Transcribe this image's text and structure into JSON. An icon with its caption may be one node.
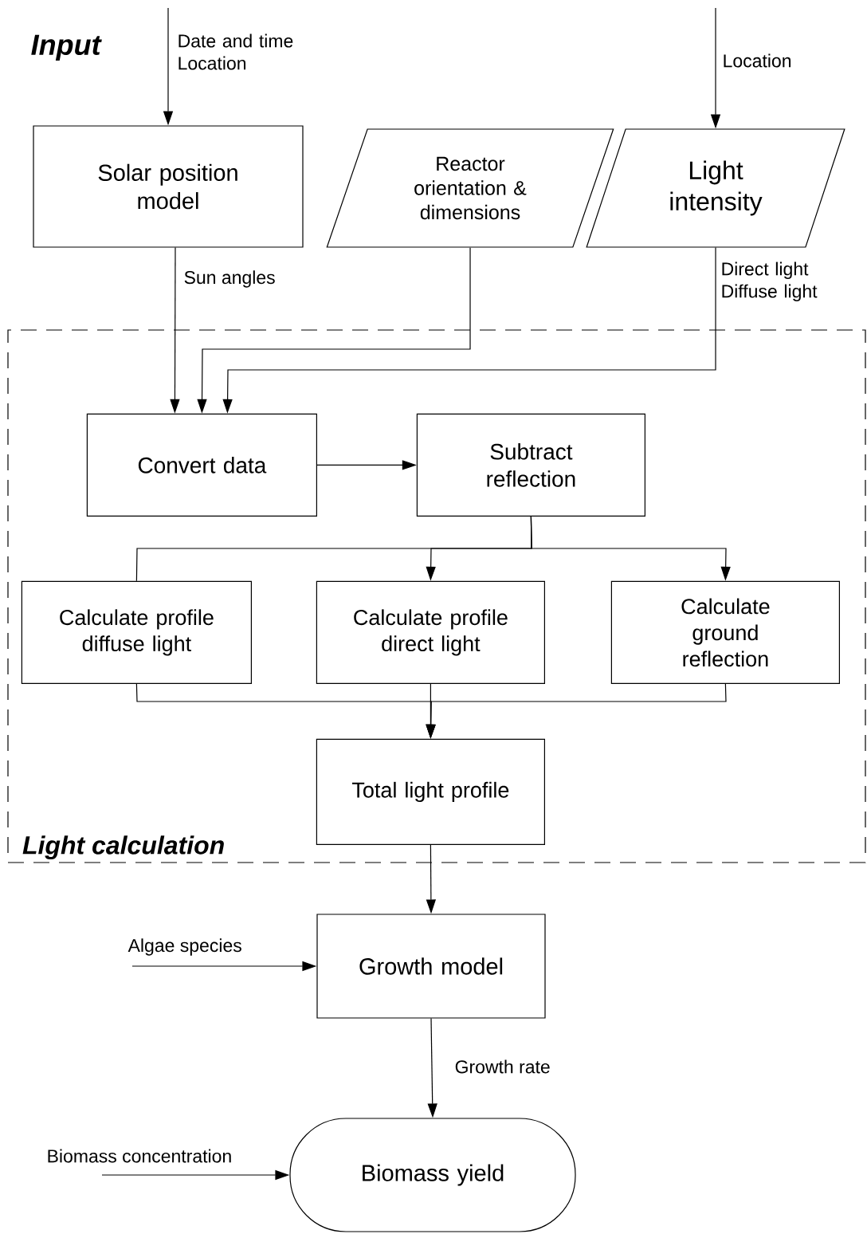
{
  "diagram": {
    "nodes": [
      {
        "text": [
          "Solar position model"
        ]
      },
      {
        "text": [
          "Reactor orientation & dimensions"
        ]
      },
      {
        "text": [
          "Light intensity"
        ]
      },
      {
        "text": [
          "Light calculation"
        ]
      },
      {
        "text": [
          "Convert  data"
        ],
        "in": 3
      },
      {
        "text": [
          "Subtract reflection"
        ],
        "in": 3
      },
      {
        "text": [
          "Calculate profile diffuse light"
        ],
        "in": 3
      },
      {
        "text": [
          "Calculate profile direct light"
        ],
        "in": 3
      },
      {
        "text": [
          "Calculate ground reflection"
        ],
        "in": 3
      },
      {
        "text": [
          "Total light profile"
        ],
        "in": 3
      },
      {
        "text": [
          "Growth model"
        ]
      },
      {
        "text": [
          "Biomass yield"
        ]
      }
    ],
    "edges": [
      {
        "from": null,
        "to": 0,
        "arrow": "to",
        "label": "Date and time Location"
      },
      {
        "from": null,
        "to": 2,
        "arrow": "to",
        "label": "Location"
      },
      {
        "from": 0,
        "to": 4,
        "arrow": "to",
        "label": "Sun angles"
      },
      {
        "from": 1,
        "to": 4,
        "arrow": "to"
      },
      {
        "from": 2,
        "to": 4,
        "arrow": "to",
        "label": "Direct light Diffuse light"
      },
      {
        "from": 4,
        "to": 5,
        "arrow": "to"
      },
      {
        "from": 5,
        "to": 6,
        "arrow": "none"
      },
      {
        "from": 5,
        "to": 7,
        "arrow": "to"
      },
      {
        "from": 5,
        "to": 8,
        "arrow": "to"
      },
      {
        "from": 6,
        "to": 9,
        "arrow": "to"
      },
      {
        "from": 7,
        "to": 9,
        "arrow": "to"
      },
      {
        "from": 8,
        "to": 9,
        "arrow": "to"
      },
      {
        "from": 9,
        "to": 10,
        "arrow": "to"
      },
      {
        "from": null,
        "to": 10,
        "arrow": "to",
        "label": "Algae species"
      },
      {
        "from": 10,
        "to": 11,
        "arrow": "to",
        "label": "Growth rate"
      },
      {
        "from": null,
        "to": 11,
        "arrow": "to",
        "label": "Biomass concentration"
      }
    ],
    "labels": [
      "Input"
    ]
  }
}
